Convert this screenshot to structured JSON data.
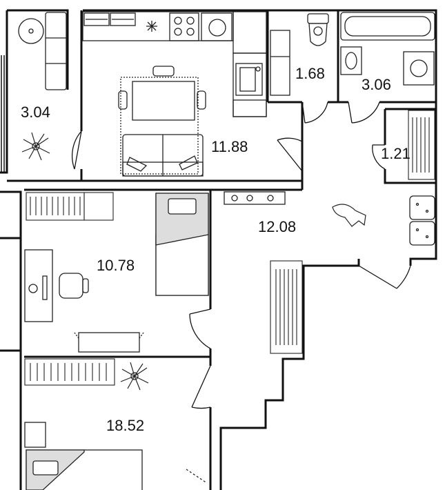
{
  "rooms": [
    {
      "id": "balcony",
      "area": "3.04"
    },
    {
      "id": "kitchen",
      "area": "11.88"
    },
    {
      "id": "wc",
      "area": "1.68"
    },
    {
      "id": "bathroom",
      "area": "3.06"
    },
    {
      "id": "closet",
      "area": "1.21"
    },
    {
      "id": "hallway",
      "area": "12.08"
    },
    {
      "id": "bedroom-small",
      "area": "10.78"
    },
    {
      "id": "bedroom-large",
      "area": "18.52"
    }
  ],
  "colors": {
    "wall": "#111111",
    "fixture": "#333333",
    "bed-shade": "#dddddd",
    "background": "#ffffff"
  }
}
